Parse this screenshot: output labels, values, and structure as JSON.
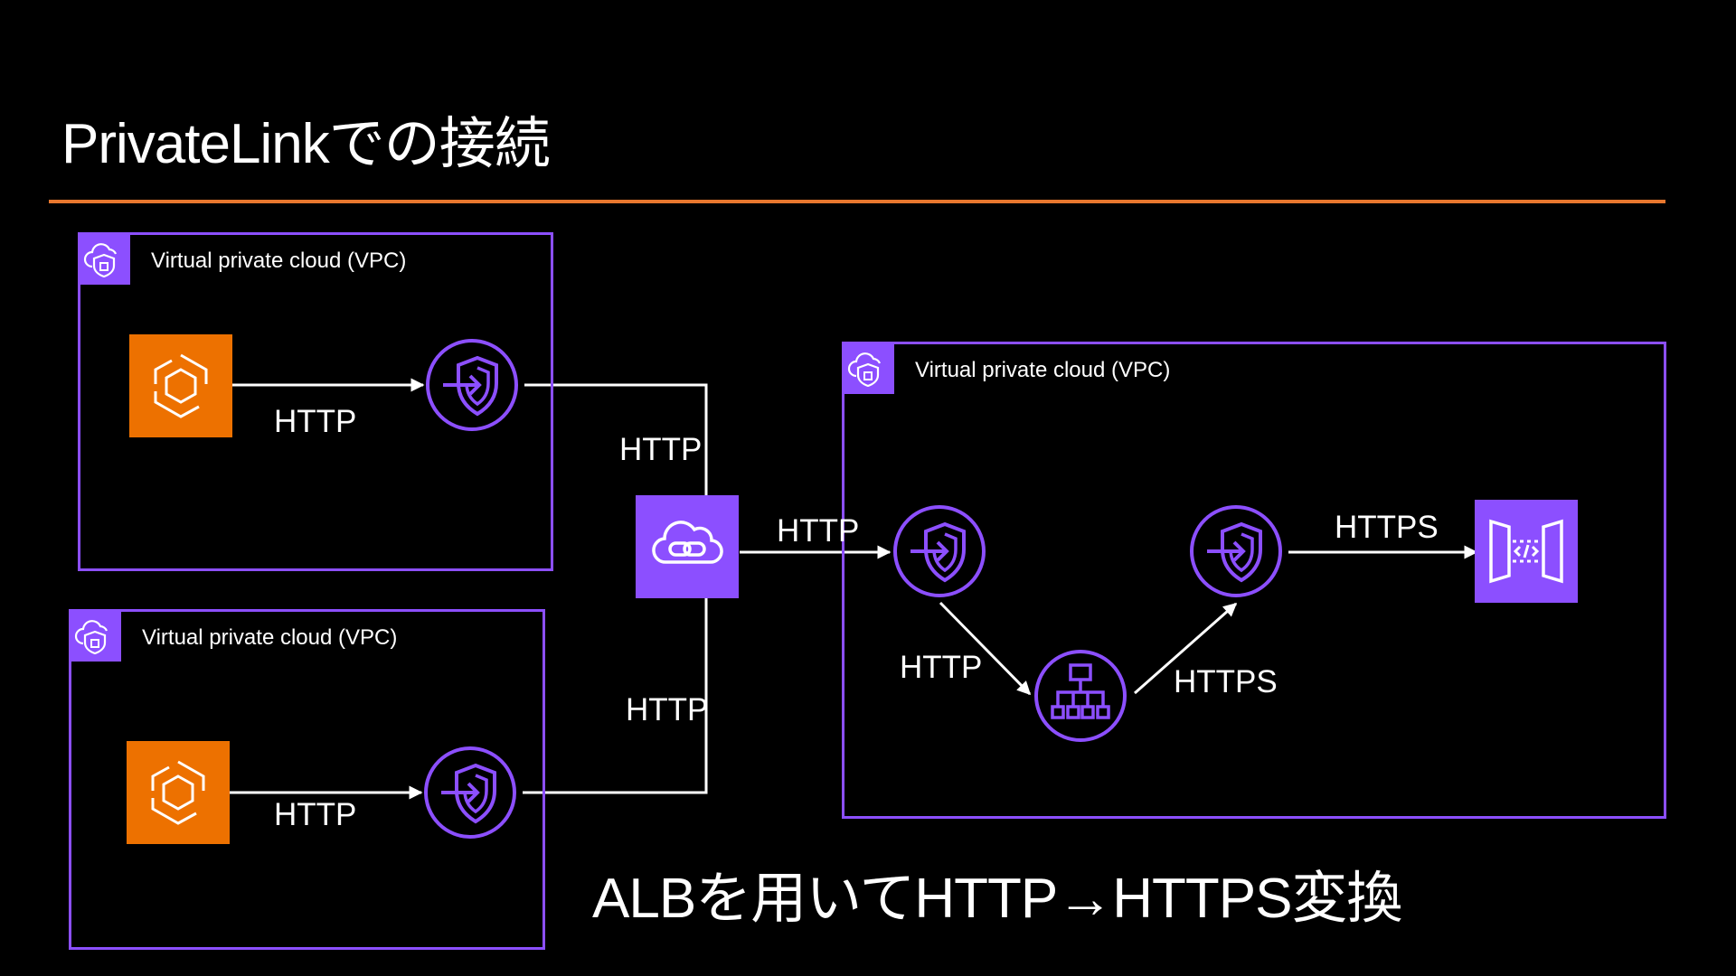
{
  "title": "PrivateLinkでの接続",
  "vpc_label": "Virtual private cloud (VPC)",
  "labels": {
    "vpc1_ecs_to_endpoint": "HTTP",
    "vpc1_to_privatelink": "HTTP",
    "vpc2_ecs_to_endpoint": "HTTP",
    "vpc2_to_privatelink": "HTTP",
    "privatelink_to_endpoint": "HTTP",
    "endpoint_to_alb": "HTTP",
    "alb_to_endpoint": "HTTPS",
    "endpoint_to_api": "HTTPS"
  },
  "caption": "ALBを用いてHTTP→HTTPS変換",
  "icons": {
    "vpc": "vpc-cloud-shield-icon",
    "ecs": "ecs-icon",
    "endpoint": "vpc-endpoint-icon",
    "privatelink": "privatelink-cloud-icon",
    "alb": "application-load-balancer-icon",
    "api": "api-gateway-icon"
  },
  "colors": {
    "background": "#000000",
    "accent_rule": "#e8772e",
    "vpc_purple": "#8c4fff",
    "ecs_orange": "#ed7100",
    "text": "#ffffff"
  }
}
